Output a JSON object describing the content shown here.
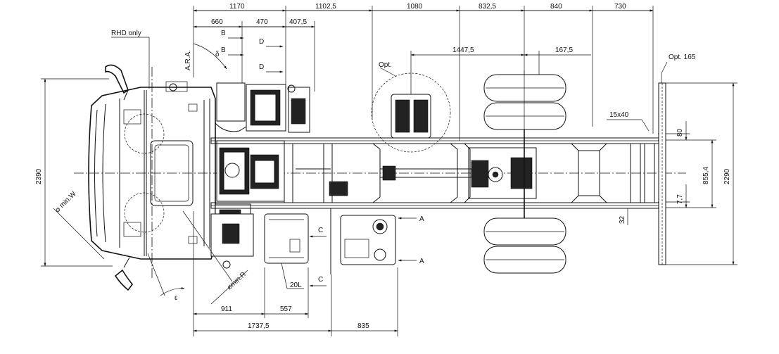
{
  "top_dims": {
    "row1": [
      "1170",
      "1102,5",
      "1080",
      "832,5",
      "840",
      "730"
    ],
    "row2": [
      "660",
      "470",
      "407,5"
    ],
    "row3": [
      "1447,5",
      "167,5"
    ]
  },
  "bottom_dims": {
    "row1": [
      "911",
      "557"
    ],
    "row2": [
      "1737,5",
      "835"
    ]
  },
  "left_dims": {
    "overall_width": "2390"
  },
  "right_dims": {
    "overall": "2290",
    "frame_width": "855,4",
    "top_offset": "80",
    "bottom_offset": "7,7",
    "bottom_height": "32",
    "profile": "15x40"
  },
  "labels": {
    "rhd": "RHD only",
    "ara": "A.R.A.",
    "delta": "δ",
    "epsilon": "ε",
    "opt": "Opt.",
    "opt165": "Opt. 165",
    "tank": "20L",
    "min_w": "⌀ min.W",
    "min_r": "⌀min.R"
  },
  "section_marks": {
    "b1": "B",
    "b2": "B",
    "d1": "D",
    "d2": "D",
    "c1": "C",
    "c2": "C",
    "a1": "A",
    "a2": "A"
  }
}
